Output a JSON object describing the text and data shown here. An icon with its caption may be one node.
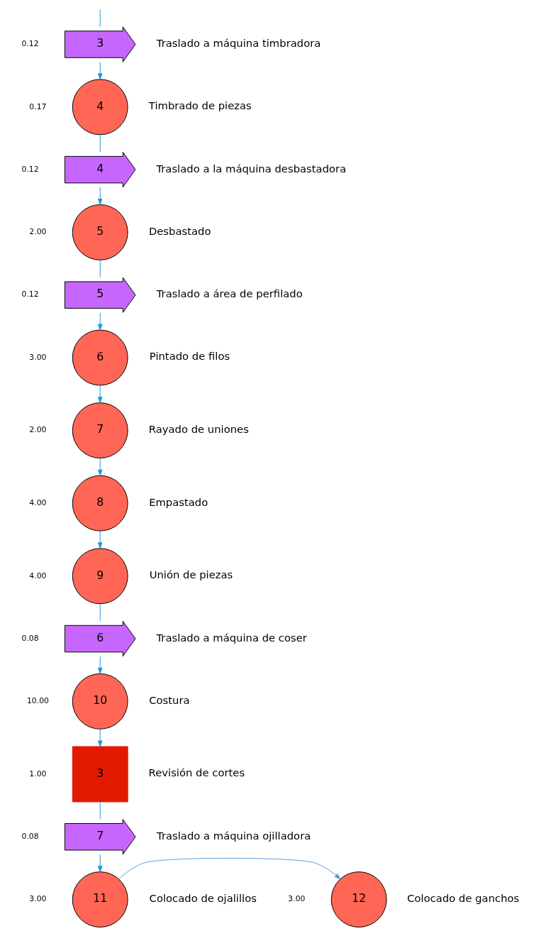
{
  "diagram": {
    "nodes": [
      {
        "text": [
          "3"
        ],
        "beside": [
          "0.12",
          "Traslado a máquina timbradora"
        ]
      },
      {
        "text": [
          "4"
        ],
        "beside": [
          "0.17",
          "Timbrado de piezas"
        ]
      },
      {
        "text": [
          "4"
        ],
        "beside": [
          "0.12",
          "Traslado a la máquina desbastadora"
        ]
      },
      {
        "text": [
          "5"
        ],
        "beside": [
          "2.00",
          "Desbastado"
        ]
      },
      {
        "text": [
          "5"
        ],
        "beside": [
          "0.12",
          "Traslado a área de perfilado"
        ]
      },
      {
        "text": [
          "6"
        ],
        "beside": [
          "3.00",
          "Pintado de filos"
        ]
      },
      {
        "text": [
          "7"
        ],
        "beside": [
          "2.00",
          "Rayado de uniones"
        ]
      },
      {
        "text": [
          "8"
        ],
        "beside": [
          "4.00",
          "Empastado"
        ]
      },
      {
        "text": [
          "9"
        ],
        "beside": [
          "4.00",
          "Unión de piezas"
        ]
      },
      {
        "text": [
          "6"
        ],
        "beside": [
          "0.08",
          "Traslado a máquina de coser"
        ]
      },
      {
        "text": [
          "10"
        ],
        "beside": [
          "10.00",
          "Costura"
        ]
      },
      {
        "text": [
          "3"
        ],
        "beside": [
          "1.00",
          "Revisión de cortes"
        ]
      },
      {
        "text": [
          "7"
        ],
        "beside": [
          "0.08",
          "Traslado a máquina ojilladora"
        ]
      },
      {
        "text": [
          "11"
        ],
        "beside": [
          "3.00",
          "Colocado de ojalillos"
        ]
      },
      {
        "text": [
          "12"
        ],
        "beside": [
          "3.00",
          "Colocado de ganchos"
        ]
      }
    ],
    "edges": [
      {
        "from": null,
        "to": 0,
        "arrow": "none"
      },
      {
        "from": 0,
        "to": 1,
        "arrow": "to"
      },
      {
        "from": 1,
        "to": 2,
        "arrow": "none"
      },
      {
        "from": 2,
        "to": 3,
        "arrow": "to"
      },
      {
        "from": 3,
        "to": 4,
        "arrow": "none"
      },
      {
        "from": 4,
        "to": 5,
        "arrow": "to"
      },
      {
        "from": 5,
        "to": 6,
        "arrow": "to"
      },
      {
        "from": 6,
        "to": 7,
        "arrow": "to"
      },
      {
        "from": 7,
        "to": 8,
        "arrow": "to"
      },
      {
        "from": 8,
        "to": 9,
        "arrow": "none"
      },
      {
        "from": 9,
        "to": 10,
        "arrow": "to"
      },
      {
        "from": 10,
        "to": 11,
        "arrow": "to"
      },
      {
        "from": 11,
        "to": 12,
        "arrow": "none"
      },
      {
        "from": 12,
        "to": 13,
        "arrow": "to"
      },
      {
        "from": 13,
        "to": 14,
        "arrow": "to",
        "color": "#5b9bd5"
      }
    ]
  }
}
